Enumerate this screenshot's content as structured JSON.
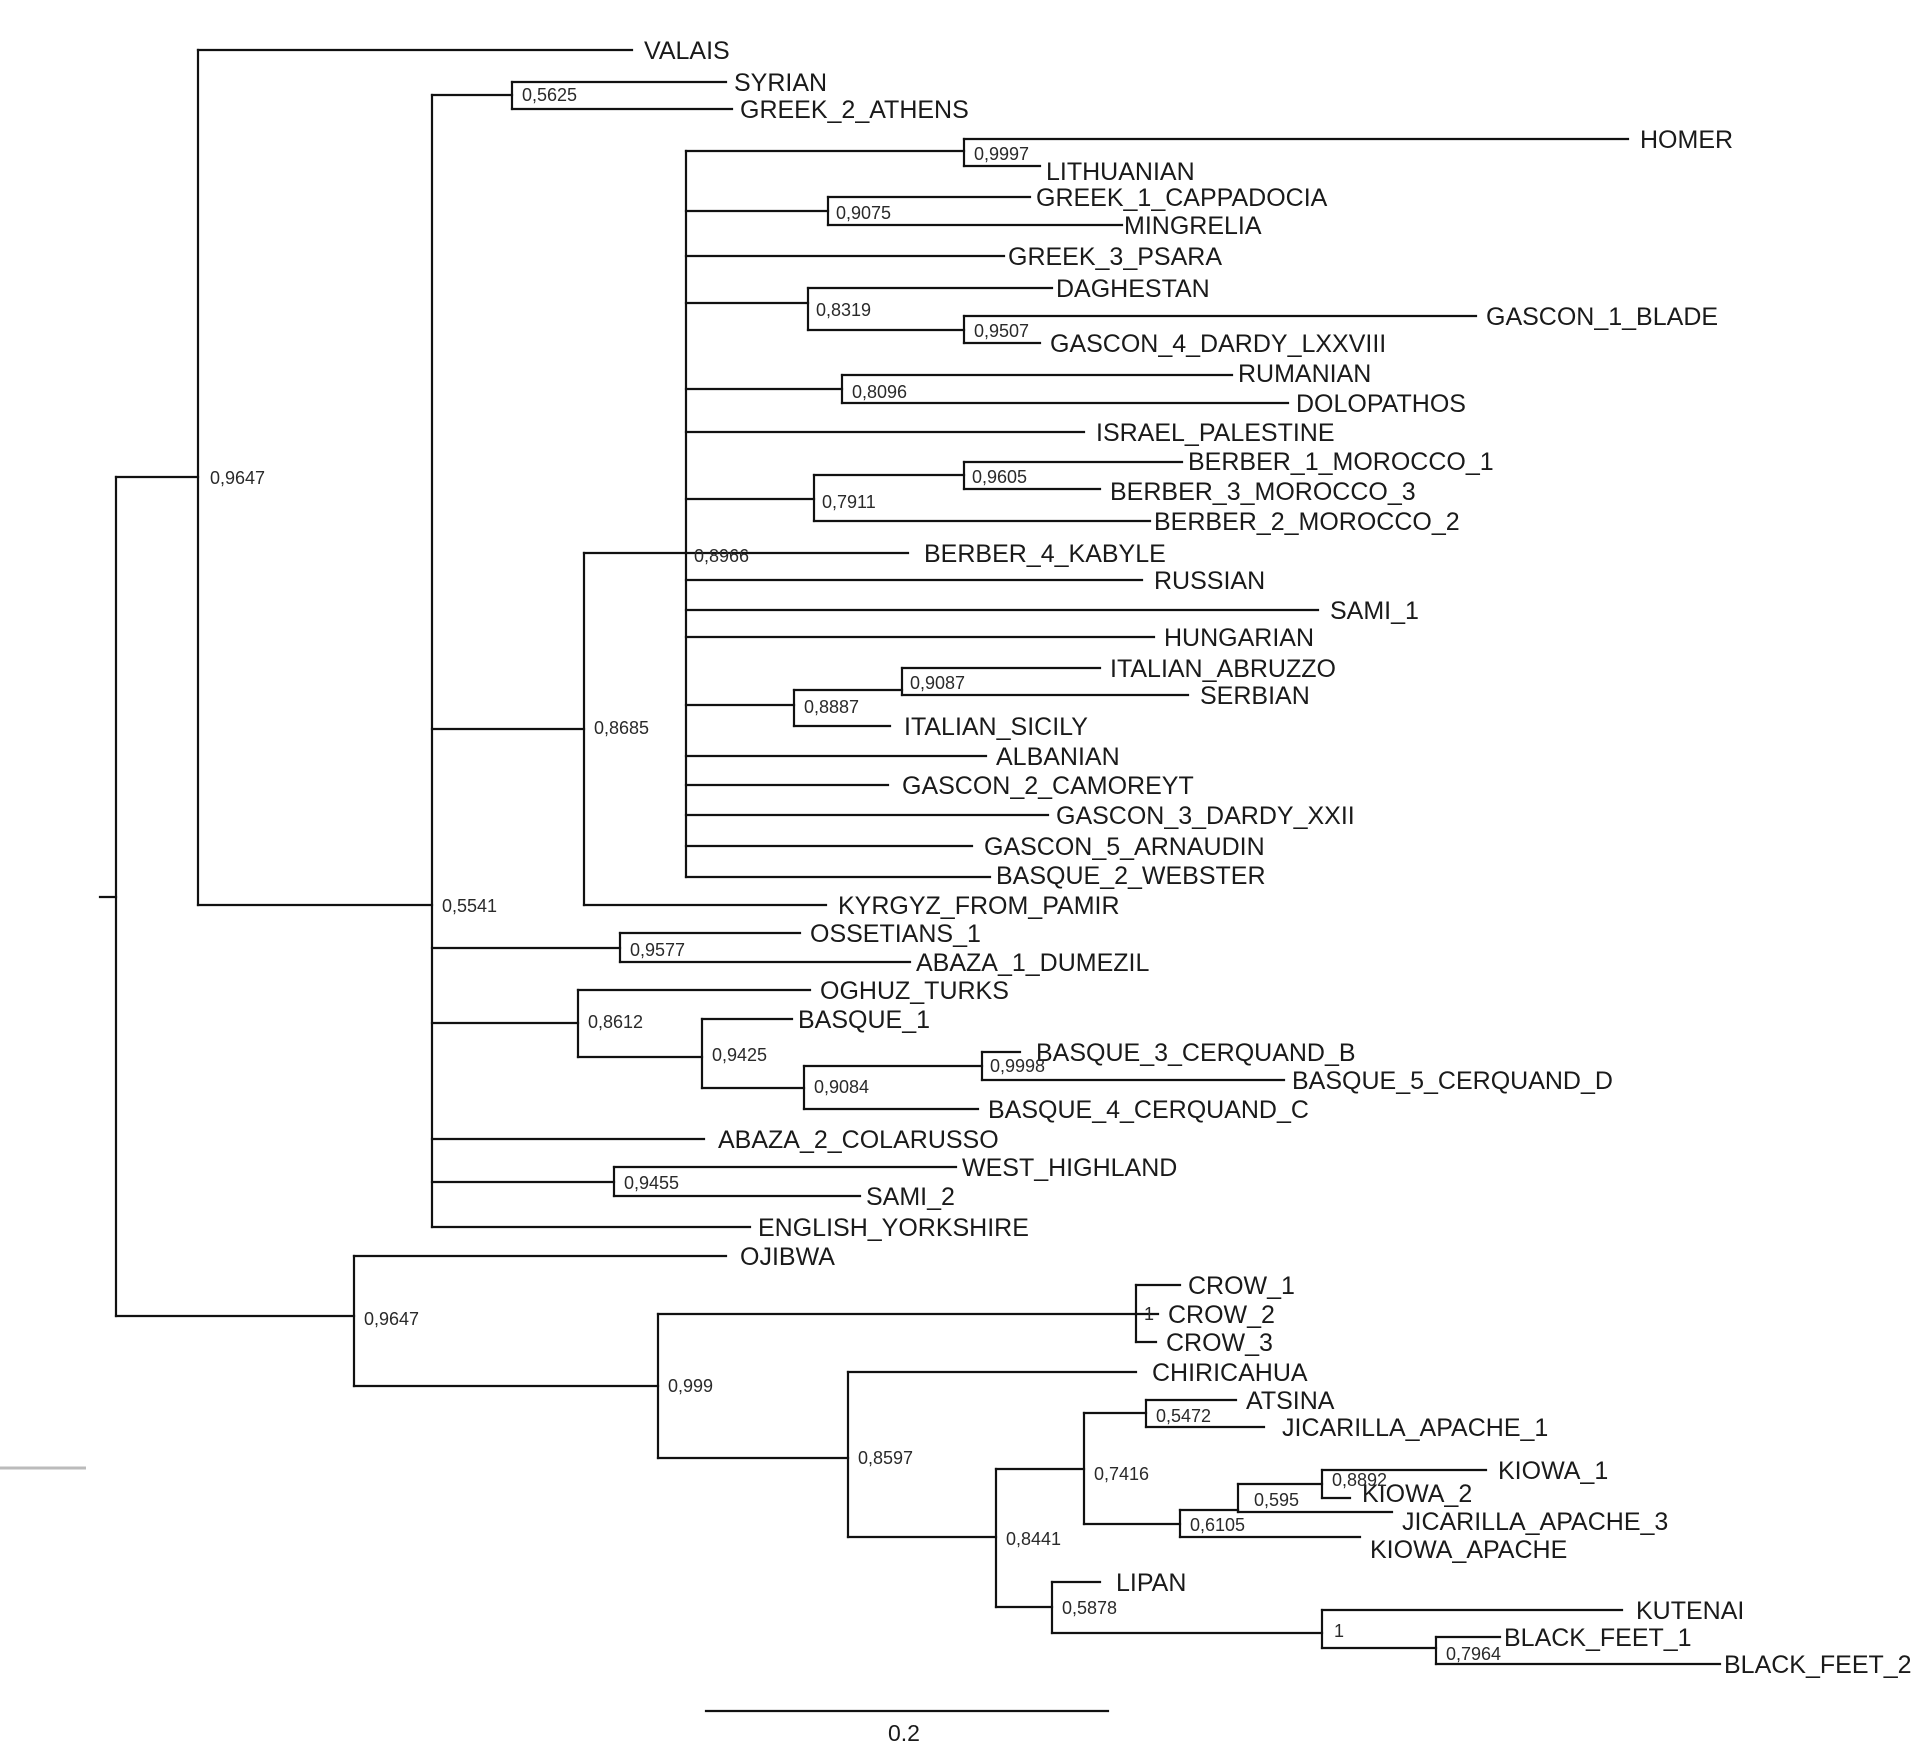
{
  "tree": {
    "taxa": {
      "t0": "VALAIS",
      "t1": "SYRIAN",
      "t2": "GREEK_2_ATHENS",
      "t3": "HOMER",
      "t4": "LITHUANIAN",
      "t5": "GREEK_1_CAPPADOCIA",
      "t6": "MINGRELIA",
      "t7": "GREEK_3_PSARA",
      "t8": "DAGHESTAN",
      "t9": "GASCON_1_BLADE",
      "t10": "GASCON_4_DARDY_LXXVIII",
      "t11": "RUMANIAN",
      "t12": "DOLOPATHOS",
      "t13": "ISRAEL_PALESTINE",
      "t14": "BERBER_1_MOROCCO_1",
      "t15": "BERBER_3_MOROCCO_3",
      "t16": "BERBER_2_MOROCCO_2",
      "t17": "BERBER_4_KABYLE",
      "t18": "RUSSIAN",
      "t19": "SAMI_1",
      "t20": "HUNGARIAN",
      "t21": "ITALIAN_ABRUZZO",
      "t22": "SERBIAN",
      "t23": "ITALIAN_SICILY",
      "t24": "ALBANIAN",
      "t25": "GASCON_2_CAMOREYT",
      "t26": "GASCON_3_DARDY_XXII",
      "t27": "GASCON_5_ARNAUDIN",
      "t28": "BASQUE_2_WEBSTER",
      "t29": "KYRGYZ_FROM_PAMIR",
      "t30": "OSSETIANS_1",
      "t31": "ABAZA_1_DUMEZIL",
      "t32": "OGHUZ_TURKS",
      "t33": "BASQUE_1",
      "t34": "BASQUE_3_CERQUAND_B",
      "t35": "BASQUE_5_CERQUAND_D",
      "t36": "BASQUE_4_CERQUAND_C",
      "t37": "ABAZA_2_COLARUSSO",
      "t38": "WEST_HIGHLAND",
      "t39": "SAMI_2",
      "t40": "ENGLISH_YORKSHIRE",
      "t41": "OJIBWA",
      "t42": "CROW_1",
      "t43": "CROW_2",
      "t44": "CROW_3",
      "t45": "CHIRICAHUA",
      "t46": "ATSINA",
      "t47": "JICARILLA_APACHE_1",
      "t48": "KIOWA_1",
      "t49": "KIOWA_2",
      "t50": "JICARILLA_APACHE_3",
      "t51": "KIOWA_APACHE",
      "t52": "LIPAN",
      "t53": "KUTENAI",
      "t54": "BLACK_FEET_1",
      "t55": "BLACK_FEET_2"
    },
    "support": {
      "s0": "0,9647",
      "s1": "0,5625",
      "s2": "0,9997",
      "s3": "0,9075",
      "s4": "0,8319",
      "s5": "0,9507",
      "s6": "0,8096",
      "s7": "0,9605",
      "s8": "0,7911",
      "s9": "0,8966",
      "s10": "0,9087",
      "s11": "0,8887",
      "s12": "0,8685",
      "s13": "0,5541",
      "s14": "0,9577",
      "s15": "0,8612",
      "s16": "0,9425",
      "s17": "0,9998",
      "s18": "0,9084",
      "s19": "0,9455",
      "s20": "0,9647",
      "s21": "1",
      "s22": "0,999",
      "s23": "0,8597",
      "s24": "0,5472",
      "s25": "0,7416",
      "s26": "0,8892",
      "s27": "0,595",
      "s28": "0,6105",
      "s29": "0,8441",
      "s30": "0,5878",
      "s31": "1",
      "s32": "0,7964"
    }
  },
  "scale_bar": {
    "label": "0.2",
    "value": 0.2
  }
}
